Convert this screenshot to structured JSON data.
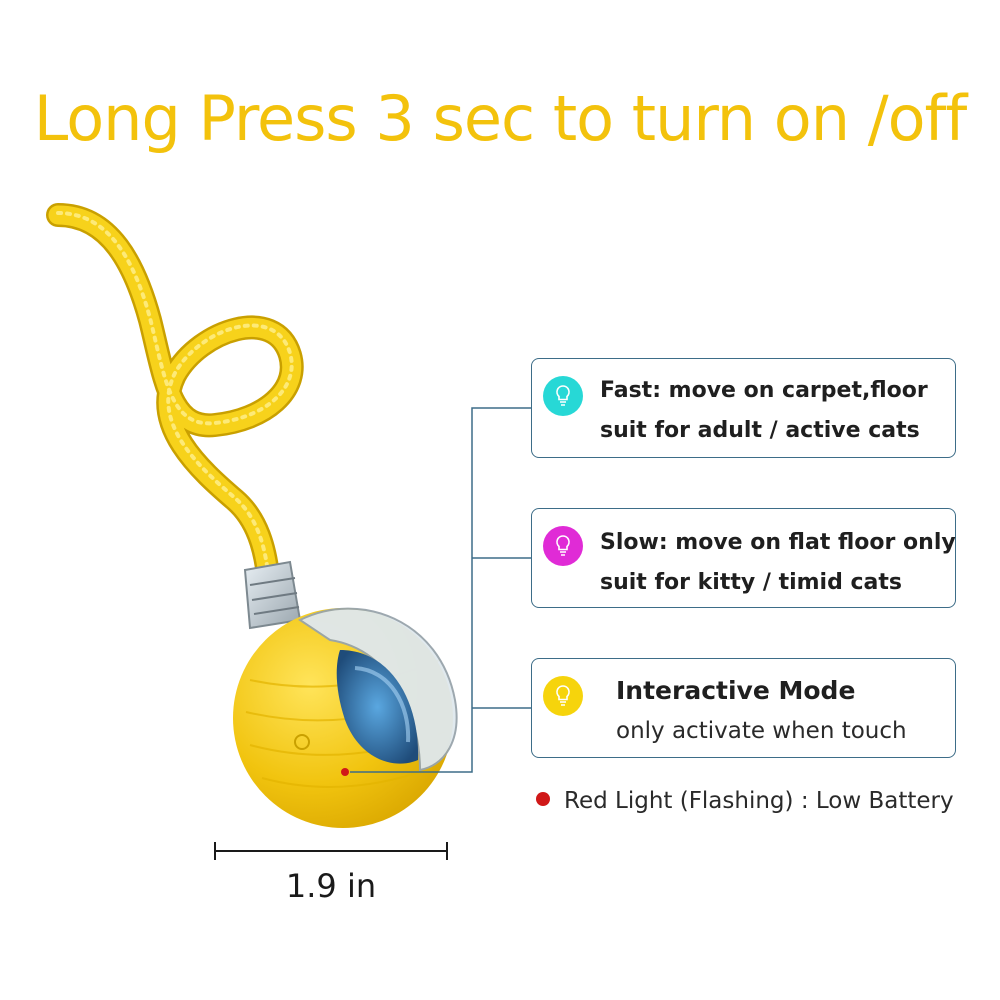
{
  "headline": "Long Press 3 sec to turn on /off",
  "modes": [
    {
      "icon": "lightbulb-icon",
      "color": "#27d8d6",
      "line1": "Fast: move on  carpet,floor",
      "line2": "suit for adult / active cats"
    },
    {
      "icon": "lightbulb-icon",
      "color": "#e02bd6",
      "line1": "Slow: move on flat floor only",
      "line2": "suit for kitty / timid cats"
    },
    {
      "icon": "lightbulb-icon",
      "color": "#f6d40c",
      "line1": "Interactive Mode",
      "line2": "only activate when touch"
    }
  ],
  "battery_note": "Red Light (Flashing) : Low Battery",
  "dimension": "1.9 in",
  "colors": {
    "headline": "#f3c20c",
    "connector": "#3d6d88",
    "ball": "#f1c40f",
    "red_light": "#d01818"
  }
}
